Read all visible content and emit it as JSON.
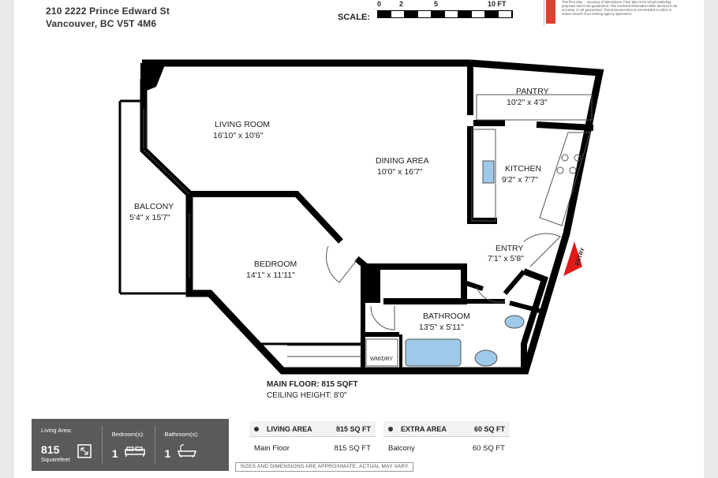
{
  "address": {
    "line1": "210 2222 Prince Edward St",
    "line2": "Vancouver, BC V5T 4M6"
  },
  "scale": {
    "label": "SCALE:",
    "ticks": [
      "0",
      "2",
      "5",
      "10 FT"
    ]
  },
  "disclaimer": "This floor plan ... accuracy of dimensions. Floor plan is for visual marketing purposes and is not guaranteed. This enclosed information while deemed to be accurate, is not guaranteed. This announcement is not intended to solicit or induce breach of an existing agency agreement.",
  "rooms": {
    "living": {
      "name": "LIVING ROOM",
      "dim": "16'10\" x 10'6\""
    },
    "dining": {
      "name": "DINING AREA",
      "dim": "10'0\" x 16'7\""
    },
    "pantry": {
      "name": "PANTRY",
      "dim": "10'2\" x 4'3\""
    },
    "kitchen": {
      "name": "KITCHEN",
      "dim": "9'2\" x 7'7\""
    },
    "balcony": {
      "name": "BALCONY",
      "dim": "5'4\" x 15'7\""
    },
    "bedroom": {
      "name": "BEDROOM",
      "dim": "14'1\" x 11'11\""
    },
    "entry": {
      "name": "ENTRY",
      "dim": "7'1\" x 5'8\""
    },
    "bathroom": {
      "name": "BATHROOM",
      "dim": "13'5\" x 5'11\""
    }
  },
  "entry_marker": "ENTRY",
  "wm_dry": "WM/DRY",
  "floor": {
    "name": "MAIN FLOOR: 815 SQFT",
    "ceiling": "CEILING HEIGHT: 8'0\""
  },
  "summary": {
    "living_area_label": "Living Area:",
    "living_area_value": "815",
    "living_area_unit": "Squarefeet",
    "bedrooms_label": "Bedroom(s):",
    "bedrooms_value": "1",
    "bathrooms_label": "Bathroom(s):",
    "bathrooms_value": "1"
  },
  "living_table": {
    "header": "LIVING AREA",
    "header_value": "815 SQ FT",
    "row_label": "Main Floor",
    "row_value": "815 SQ FT"
  },
  "extra_table": {
    "header": "EXTRA AREA",
    "header_value": "60 SQ FT",
    "row_label": "Balcony",
    "row_value": "60 SQ FT"
  },
  "note": "SIZES AND DIMENSIONS ARE APPROXIMATE, ACTUAL MAY VARY",
  "colors": {
    "wall": "#000000",
    "fixture": "#9ec9e8",
    "entry_arrow": "#e11a1a",
    "summary_bg": "#5a5a5a"
  }
}
